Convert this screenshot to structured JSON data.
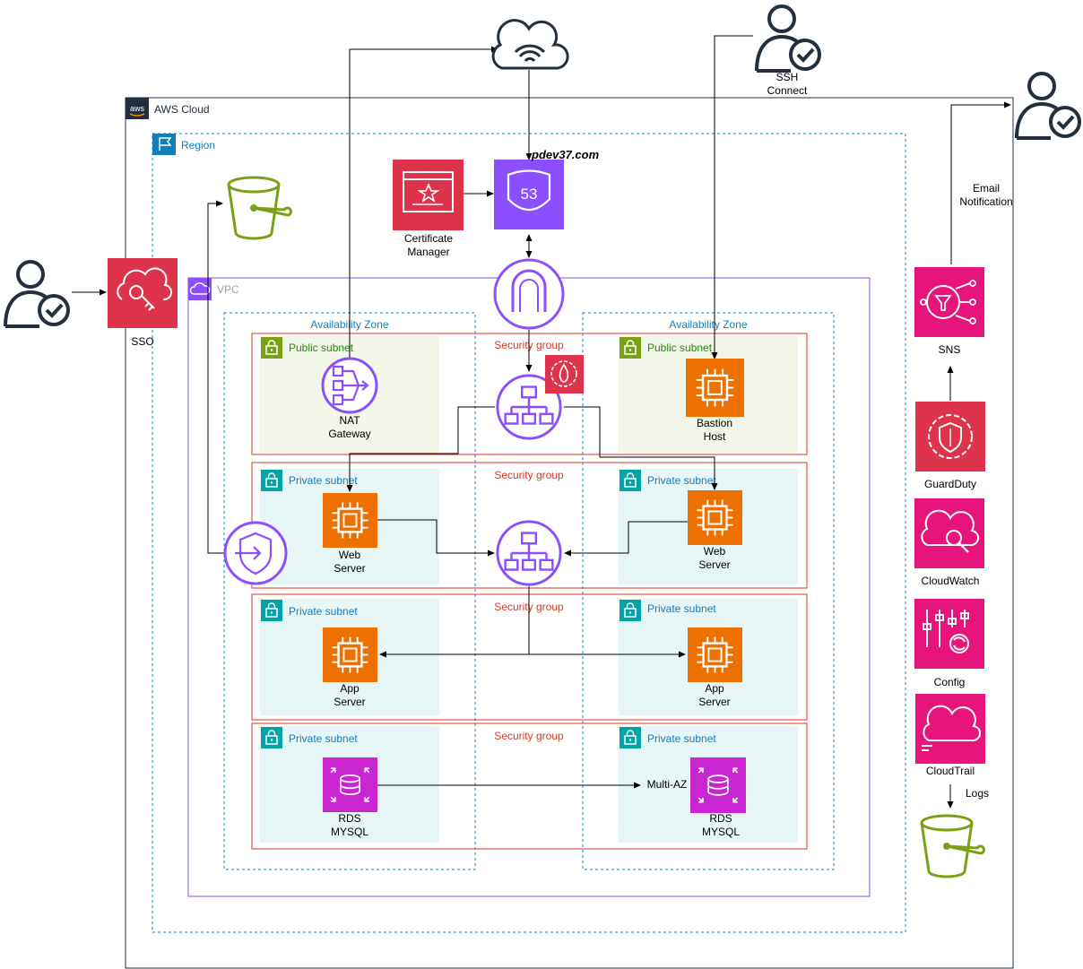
{
  "groups": {
    "aws_cloud": "AWS Cloud",
    "region": "Region",
    "vpc": "VPC",
    "az_left": "Availability Zone",
    "az_right": "Availability Zone",
    "public_subnet_left": "Public subnet",
    "public_subnet_right": "Public subnet",
    "private_web_left": "Private subnet",
    "private_web_right": "Private subnet",
    "private_app_left": "Private subnet",
    "private_app_right": "Private subnet",
    "private_db_left": "Private subnet",
    "private_db_right": "Private subnet",
    "sg_public": "Security group",
    "sg_web": "Security group",
    "sg_app": "Security group",
    "sg_db": "Security group"
  },
  "labels": {
    "ssh_connect": "SSH\nConnect",
    "domain": "pdev37.com",
    "certificate_manager": "Certificate\nManager",
    "sso": "SSO",
    "nat_gateway": "NAT\nGateway",
    "bastion_host": "Bastion\nHost",
    "web_server_left": "Web\nServer",
    "web_server_right": "Web\nServer",
    "app_server_left": "App\nServer",
    "app_server_right": "App\nServer",
    "rds_left": "RDS\nMYSQL",
    "rds_right": "RDS\nMYSQL",
    "multi_az": "Multi-AZ",
    "sns": "SNS",
    "email_notification": "Email\nNotification",
    "guardduty": "GuardDuty",
    "cloudwatch": "CloudWatch",
    "config": "Config",
    "cloudtrail": "CloudTrail",
    "logs": "Logs",
    "aws_badge": "aws",
    "route53_badge": "53"
  },
  "colors": {
    "aws_cloud_border": "#232f3e",
    "region_border": "#147eba",
    "vpc_border": "#8c4fff",
    "az_border": "#147eba",
    "security_group": "#dd3522",
    "public_subnet_fill": "#f2f6e8",
    "public_subnet_text": "#248814",
    "private_subnet_fill": "#e6f6f7",
    "private_subnet_text": "#147eba",
    "compute": "#ed7100",
    "networking": "#8c4fff",
    "security": "#dd344c",
    "management": "#e7157b",
    "database": "#c925d1",
    "storage": "#7aa116"
  },
  "icons": [
    "user-icon",
    "internet-cloud-icon",
    "s3-bucket-icon",
    "sso-icon",
    "certificate-manager-icon",
    "route53-icon",
    "internet-gateway-icon",
    "nat-gateway-icon",
    "load-balancer-icon",
    "waf-icon",
    "ec2-icon",
    "vpc-endpoint-icon",
    "rds-icon",
    "sns-icon",
    "guardduty-icon",
    "cloudwatch-icon",
    "config-icon",
    "cloudtrail-icon"
  ]
}
